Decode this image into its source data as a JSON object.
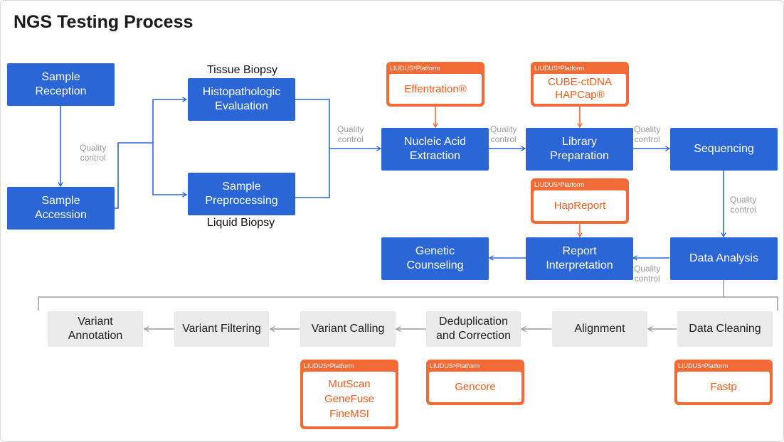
{
  "title": "NGS Testing Process",
  "colors": {
    "primary_blue": "#2b66d6",
    "accent_orange": "#f26a35",
    "step_gray": "#eaeaea",
    "connector_gray": "#8c8c8c"
  },
  "stages": {
    "sample_reception": "Sample\nReception",
    "sample_accession": "Sample\nAccession",
    "histopathologic": "Histopathologic\nEvaluation",
    "sample_preprocessing": "Sample\nPreprocessing",
    "nucleic_acid": "Nucleic Acid\nExtraction",
    "library_prep": "Library\nPreparation",
    "sequencing": "Sequencing",
    "data_analysis": "Data Analysis",
    "report_interpretation": "Report\nInterpretation",
    "genetic_counseling": "Genetic\nCounseling"
  },
  "labels": {
    "tissue_biopsy": "Tissue Biopsy",
    "liquid_biopsy": "Liquid Biopsy"
  },
  "quality_control": "Quality\ncontrol",
  "analysis_steps": {
    "data_cleaning": "Data Cleaning",
    "alignment": "Alignment",
    "deduplication": "Deduplication\nand Correction",
    "variant_calling": "Variant Calling",
    "variant_filtering": "Variant Filtering",
    "variant_annotation": "Variant\nAnnotation"
  },
  "platform": {
    "name": "LIUDUS",
    "registered": "®",
    "suffix": " Platform"
  },
  "tools": {
    "effentration": "Effentration®",
    "cube": "CUBE-ctDNA\nHAPCap®",
    "hapreport": "HapReport",
    "mutscan": "MutScan\nGeneFuse\nFineMSI",
    "gencore": "Gencore",
    "fastp": "Fastp"
  }
}
